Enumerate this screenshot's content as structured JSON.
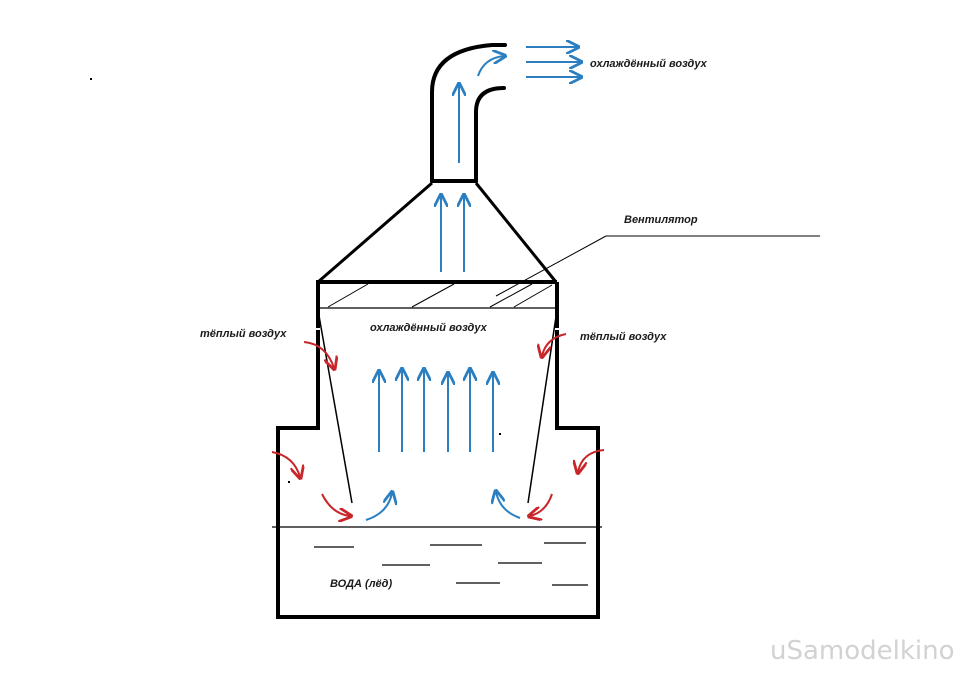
{
  "labels": {
    "cooled_air_top": "охлаждённый воздух",
    "fan": "Вентилятор",
    "cooled_air_middle": "охлаждённый воздух",
    "warm_air_left": "тёплый воздух",
    "warm_air_right": "тёплый воздух",
    "water": "ВОДА (лёд)"
  },
  "watermark": "uSamodelkino.ru",
  "colors": {
    "outline": "#000000",
    "cold_arrow": "#2b7fc1",
    "warm_arrow": "#c8262a",
    "watermark": "#d2d2d2"
  }
}
